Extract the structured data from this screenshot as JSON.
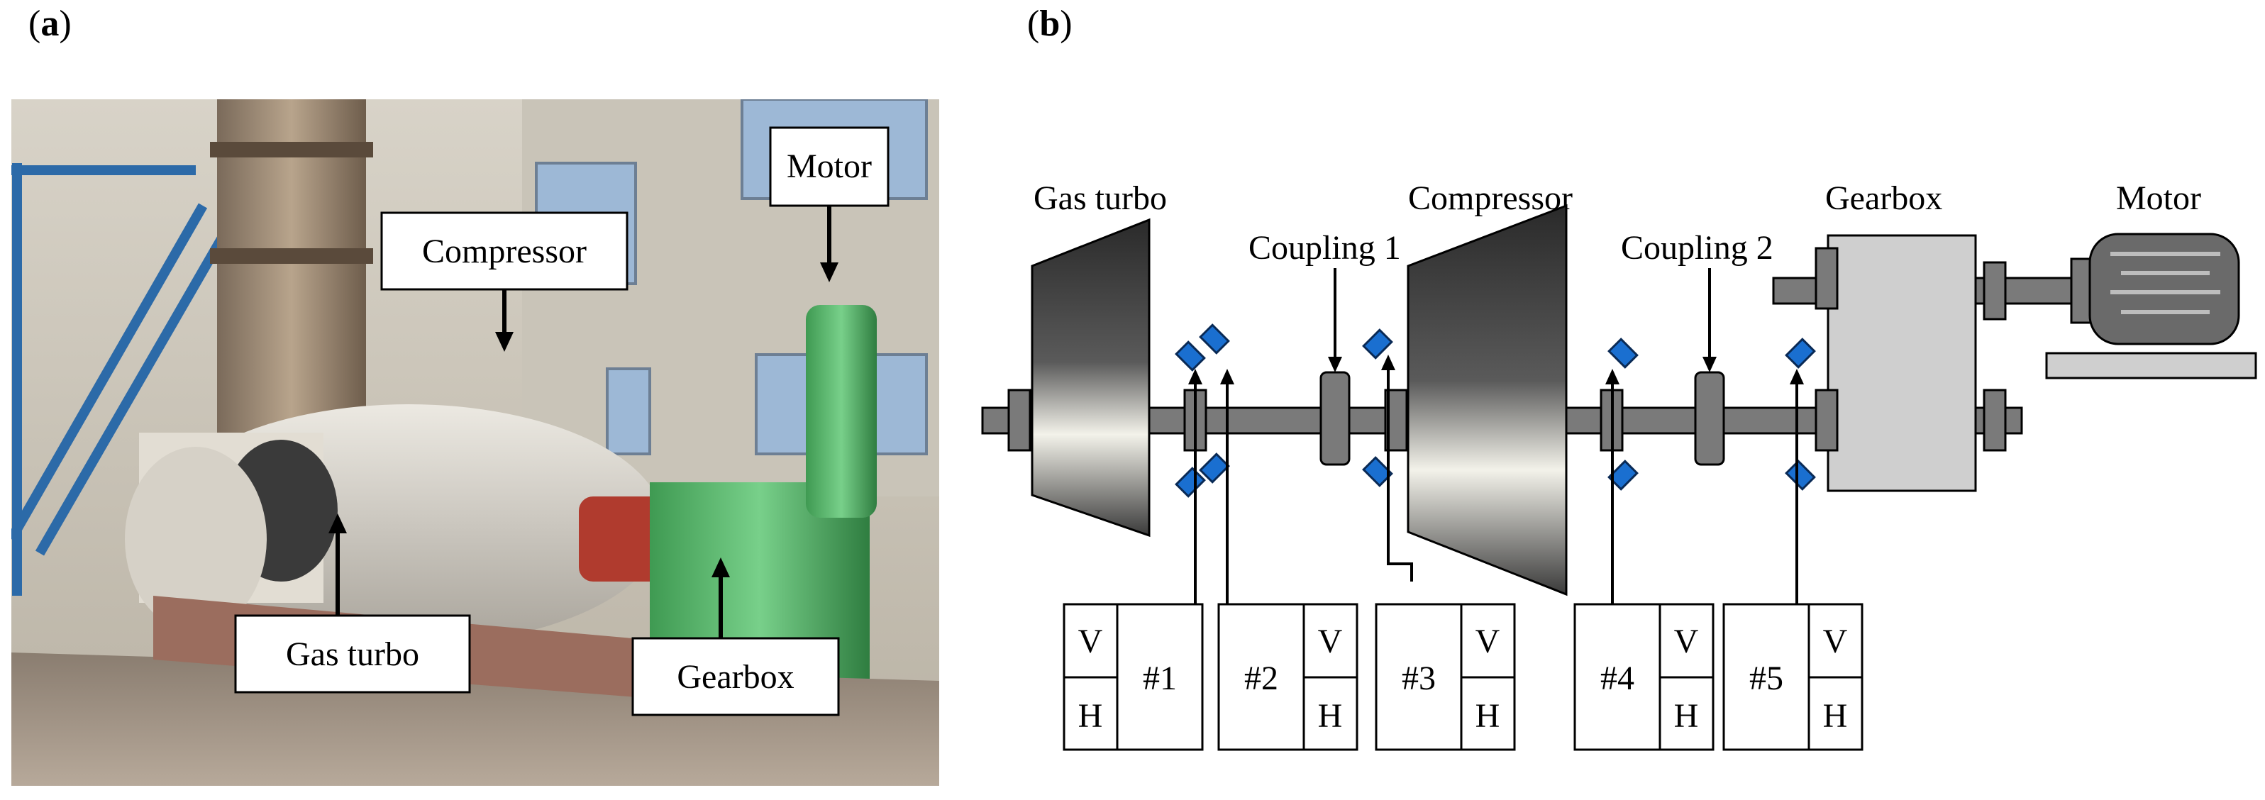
{
  "panels": {
    "a": {
      "label_open": "(",
      "label_letter": "a",
      "label_close": ")"
    },
    "b": {
      "label_open": "(",
      "label_letter": "b",
      "label_close": ")"
    }
  },
  "photo": {
    "callouts": {
      "motor": "Motor",
      "compressor": "Compressor",
      "gas_turbo": "Gas turbo",
      "gearbox": "Gearbox"
    }
  },
  "diagram": {
    "components": {
      "gas_turbo": "Gas turbo",
      "compressor": "Compressor",
      "gearbox": "Gearbox",
      "motor": "Motor",
      "coupling1": "Coupling 1",
      "coupling2": "Coupling 2"
    },
    "sensors": [
      {
        "id": "#1",
        "v": "V",
        "h": "H"
      },
      {
        "id": "#2",
        "v": "V",
        "h": "H"
      },
      {
        "id": "#3",
        "v": "V",
        "h": "H"
      },
      {
        "id": "#4",
        "v": "V",
        "h": "H"
      },
      {
        "id": "#5",
        "v": "V",
        "h": "H"
      }
    ],
    "colors": {
      "shaft": "#7a7a7a",
      "sensor": "#1a6fd0",
      "gearbox": "#cfcfcf",
      "motor": "#6a6a6a"
    }
  }
}
